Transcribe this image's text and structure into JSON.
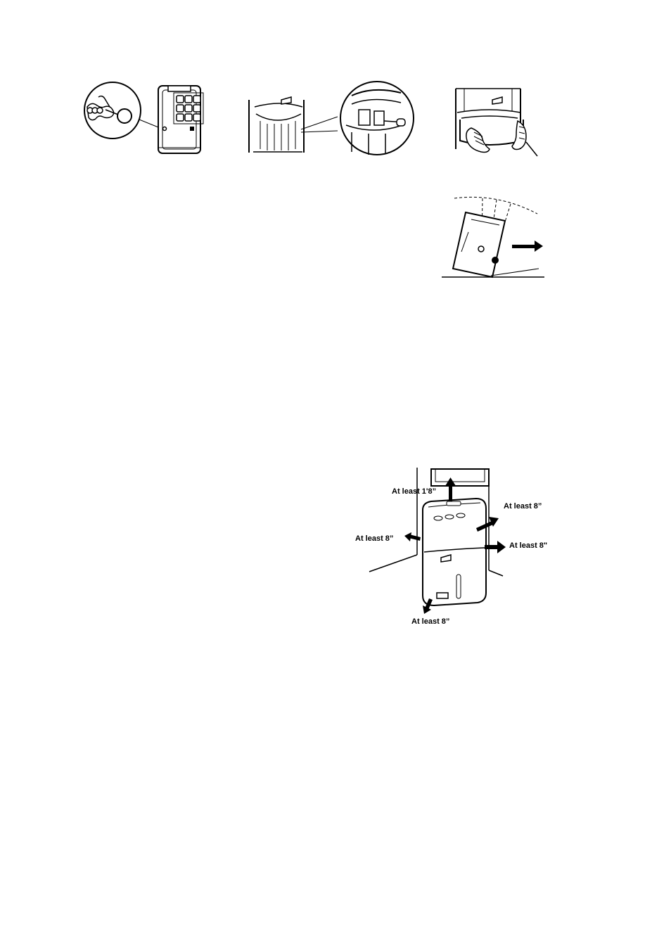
{
  "figures": {
    "bucket_steps": {
      "step1": "unit-rear-with-drain-plug-detail",
      "step2": "bucket-float-detail",
      "step3": "remove-bucket-hands"
    },
    "tilt": "tilt-unit-arrow",
    "clearance": {
      "top": "At least 1'8”",
      "top_right": "At least 8”",
      "right": "At least 8\"",
      "left": "At least 8”",
      "bottom": "At least 8”"
    }
  },
  "colors": {
    "line": "#000000",
    "background": "#ffffff"
  }
}
